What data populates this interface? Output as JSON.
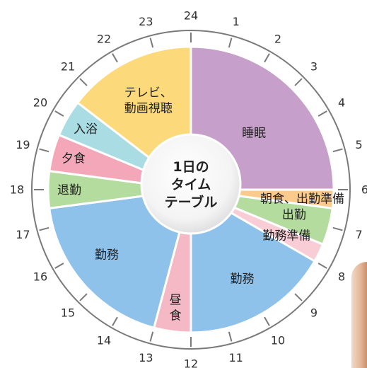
{
  "chart_data": {
    "type": "pie",
    "title": "",
    "center_text": [
      "1日の",
      "タイム",
      "テーブル"
    ],
    "hour_labels": [
      "24",
      "1",
      "2",
      "3",
      "4",
      "5",
      "6",
      "7",
      "8",
      "9",
      "10",
      "11",
      "12",
      "13",
      "14",
      "15",
      "16",
      "17",
      "18",
      "19",
      "20",
      "21",
      "22",
      "23"
    ],
    "slices": [
      {
        "name": "睡眠",
        "lines": [
          "睡眠"
        ],
        "start": 0,
        "end": 6,
        "color": "#c69fcb"
      },
      {
        "name": "朝食、出勤準備",
        "lines": [
          "朝食、出勤準備"
        ],
        "start": 6,
        "end": 6.5,
        "color": "#fbcb8d"
      },
      {
        "name": "出勤",
        "lines": [
          "出勤"
        ],
        "start": 6.5,
        "end": 7.5,
        "color": "#b5dc9f"
      },
      {
        "name": "勤務準備",
        "lines": [
          "勤務準備"
        ],
        "start": 7.5,
        "end": 8,
        "color": "#f8cdd6"
      },
      {
        "name": "勤務",
        "lines": [
          "勤務"
        ],
        "start": 8,
        "end": 12,
        "color": "#8fc2ea"
      },
      {
        "name": "昼食",
        "lines": [
          "昼",
          "食"
        ],
        "start": 12,
        "end": 13,
        "color": "#f4b9c4"
      },
      {
        "name": "勤務",
        "lines": [
          "勤務"
        ],
        "start": 13,
        "end": 17.5,
        "color": "#8fc2ea"
      },
      {
        "name": "退勤",
        "lines": [
          "退勤"
        ],
        "start": 17.5,
        "end": 18.5,
        "color": "#b5dc9f"
      },
      {
        "name": "夕食",
        "lines": [
          "夕食"
        ],
        "start": 18.5,
        "end": 19.5,
        "color": "#f4a7b8"
      },
      {
        "name": "入浴",
        "lines": [
          "入浴"
        ],
        "start": 19.5,
        "end": 20.5,
        "color": "#a9dde3"
      },
      {
        "name": "テレビ、動画視聴",
        "lines": [
          "テレビ、",
          "動画視聴"
        ],
        "start": 20.5,
        "end": 24,
        "color": "#fcd97a"
      }
    ]
  }
}
